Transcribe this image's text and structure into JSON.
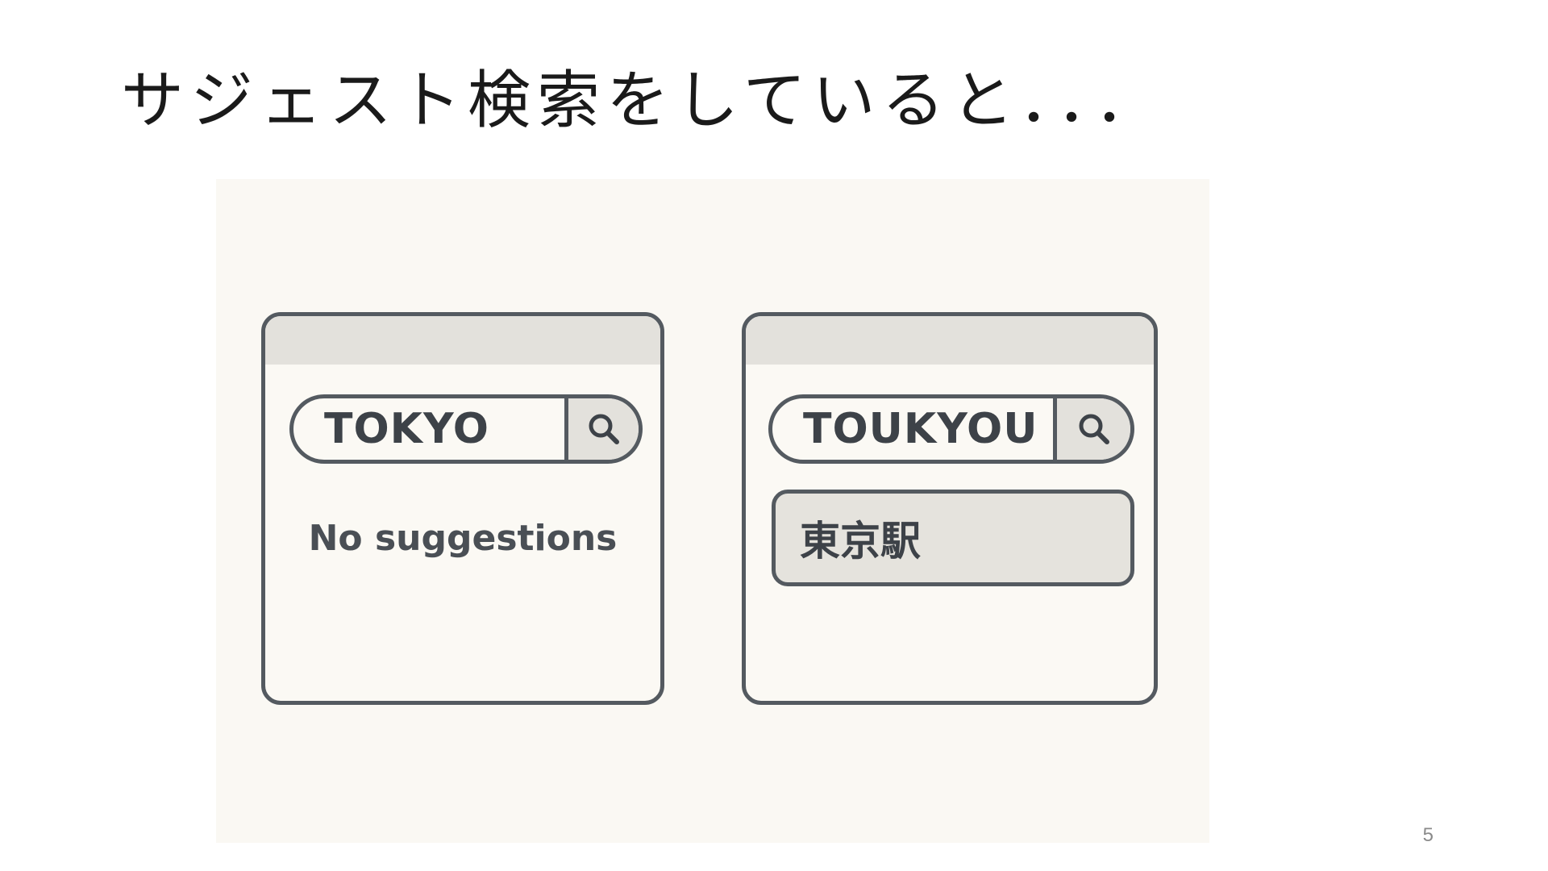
{
  "slide": {
    "title": "サジェスト検索をしていると．．．",
    "page_number": "5"
  },
  "left_window": {
    "search_value": "TOKYO",
    "result_text": "No suggestions"
  },
  "right_window": {
    "search_value": "TOUKYOU",
    "suggestion": "東京駅"
  },
  "icons": {
    "search": "search-icon"
  },
  "colors": {
    "outline": "#545a60",
    "panel_background": "#faf8f3",
    "bar_fill": "#e3e1dc",
    "text": "#3d4248"
  }
}
